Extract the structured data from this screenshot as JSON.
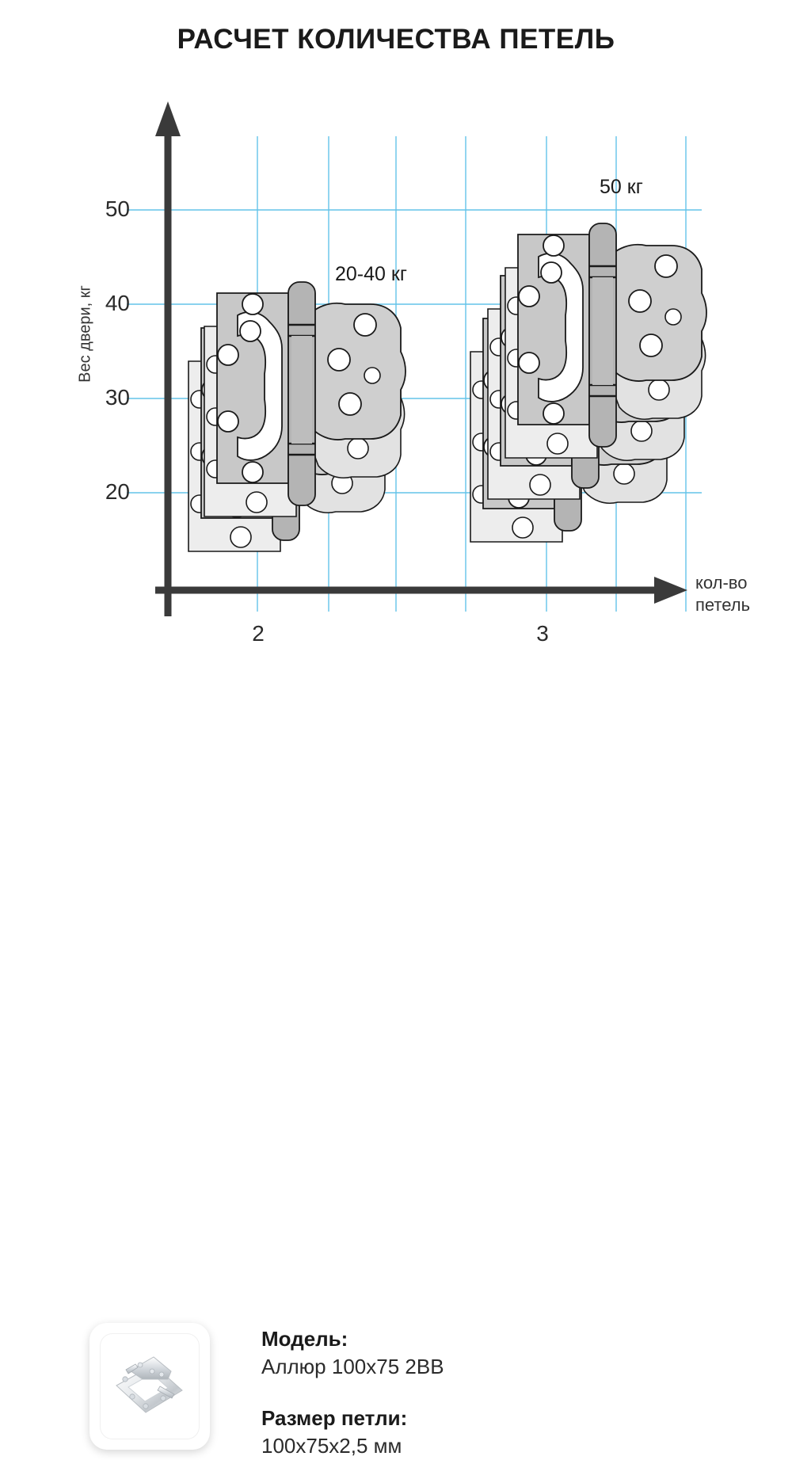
{
  "title": "РАСЧЕТ КОЛИЧЕСТВА ПЕТЕЛЬ",
  "chart_data": {
    "type": "bar",
    "title": "РАСЧЕТ КОЛИЧЕСТВА ПЕТЕЛЬ",
    "xlabel": "кол-во петель",
    "ylabel": "Вес двери, кг",
    "categories": [
      "2",
      "3"
    ],
    "values": [
      40,
      50
    ],
    "value_labels": [
      "20-40 кг",
      "50 кг"
    ],
    "series": [
      {
        "name": "Вес двери, кг",
        "values": [
          40,
          50
        ]
      }
    ],
    "ylim": [
      10,
      55
    ],
    "yticks": [
      20,
      30,
      40,
      50
    ],
    "ytick_labels": [
      "20",
      "30",
      "40",
      "50"
    ],
    "xticks": [
      2,
      3
    ],
    "xtick_labels": [
      "2",
      "3"
    ],
    "grid": true,
    "grid_color": "#5bc0e8",
    "legend": "none",
    "axis_color": "#3a3a3a",
    "annotations": [
      {
        "text": "20-40 кг",
        "x": 2,
        "y": 43,
        "note": "группа из 2 петель"
      },
      {
        "text": "50 кг",
        "x": 3,
        "y": 52,
        "note": "группа из 3 петель"
      }
    ],
    "marks": [
      {
        "category": "2",
        "count": 2,
        "icon": "hinge-illustration",
        "weight_range": "20-40 кг"
      },
      {
        "category": "3",
        "count": 3,
        "icon": "hinge-illustration",
        "weight_range": "50 кг"
      }
    ]
  },
  "axis": {
    "y_label": "Вес двери, кг",
    "x_label_line1": "кол-во",
    "x_label_line2": "петель",
    "y_ticks": [
      "50",
      "40",
      "30",
      "20"
    ],
    "x_ticks": [
      "2",
      "3"
    ]
  },
  "annotations": {
    "group2": "20-40 кг",
    "group3": "50 кг"
  },
  "footer": {
    "product_image_alt": "Петля-бабочка хромированная",
    "model_key": "Модель:",
    "model_value": "Аллюр 100х75 2ВВ",
    "size_key": "Размер петли:",
    "size_value": "100х75х2,5 мм"
  },
  "colors": {
    "grid": "#5bc0e8",
    "axis": "#3a3a3a",
    "hinge_front": "#c8c8c8",
    "hinge_back": "#ededed",
    "hinge_knuckle": "#b4b4b4",
    "text": "#1a1a1a"
  }
}
